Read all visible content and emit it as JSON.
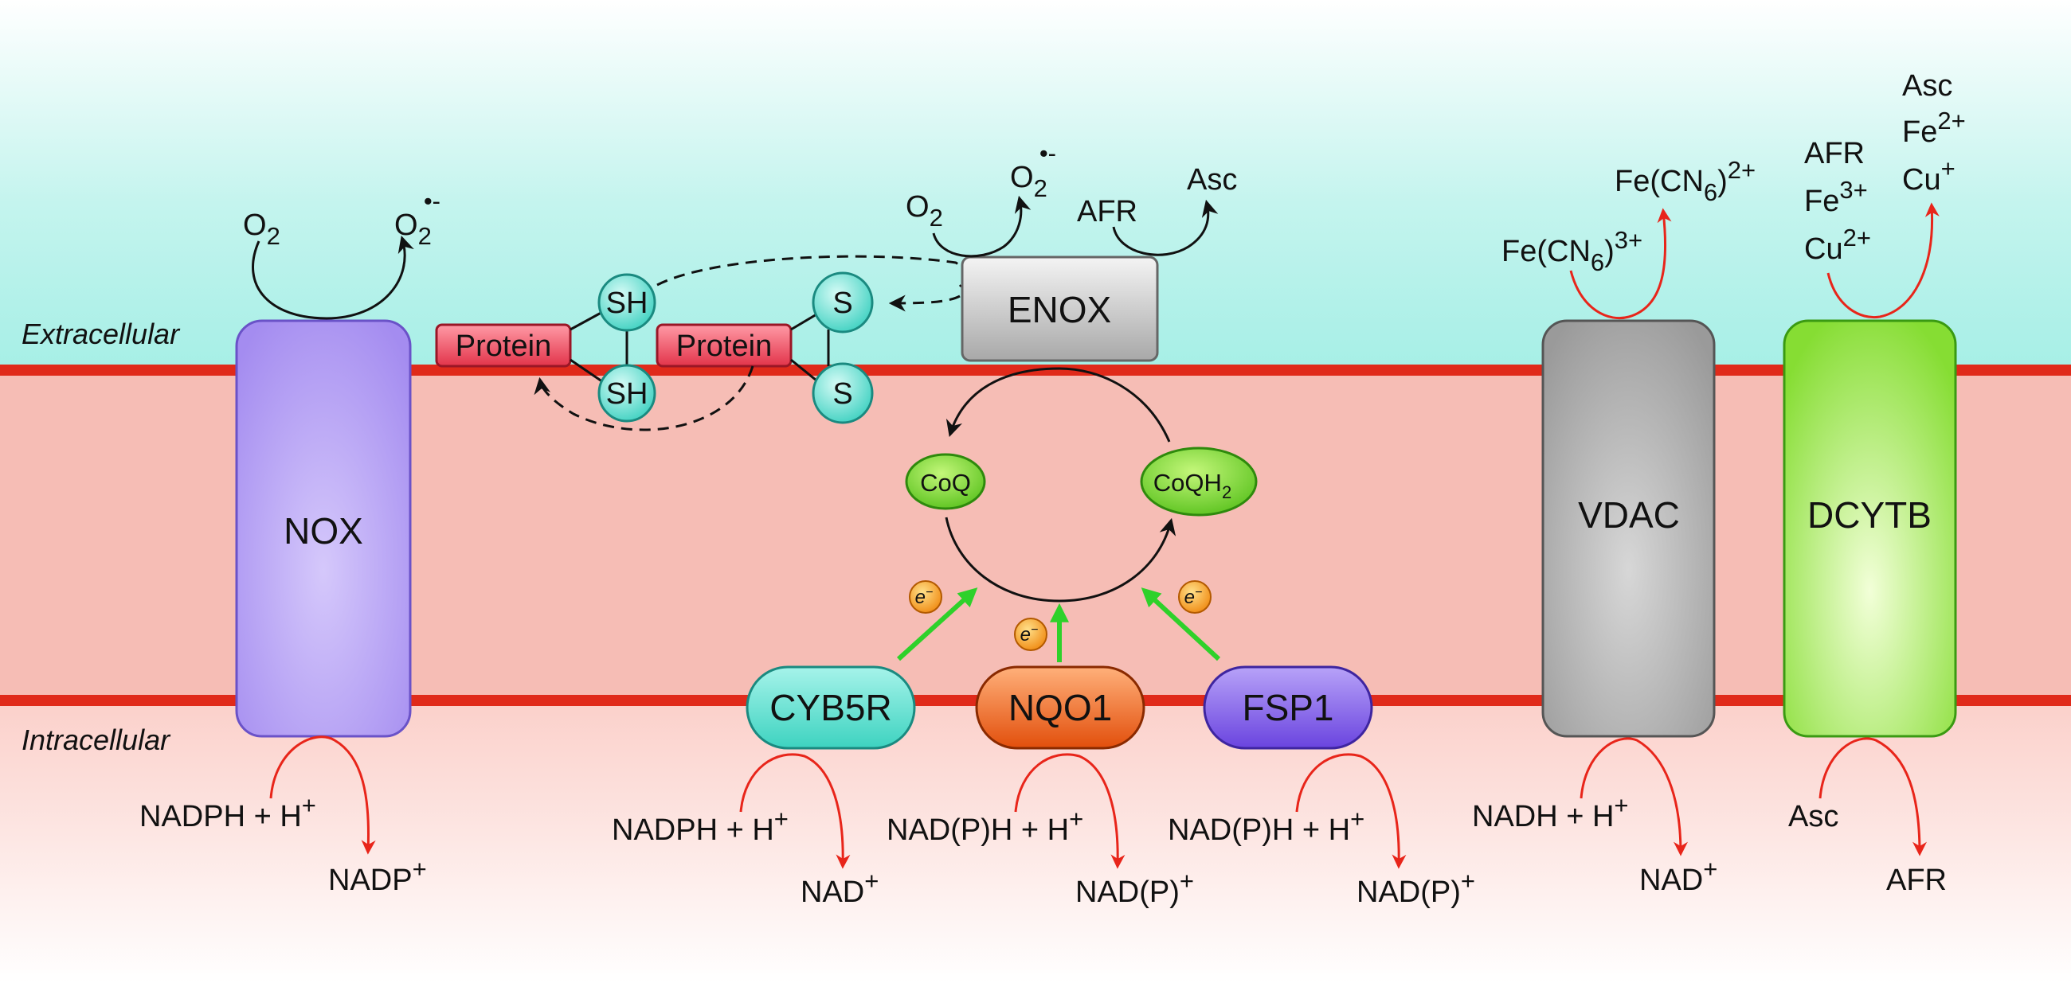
{
  "regions": {
    "extracellular": "Extracellular",
    "intracellular": "Intracellular"
  },
  "proteins": {
    "nox": "NOX",
    "enox": "ENOX",
    "vdac": "VDAC",
    "dcytb": "DCYTB",
    "cyb5r": "CYB5R",
    "nqo1": "NQO1",
    "fsp1": "FSP1"
  },
  "substrate": {
    "protein": "Protein",
    "sh": "SH",
    "s": "S"
  },
  "coq": {
    "coq": "CoQ",
    "coqh2_base": "CoQH",
    "coqh2_sub": "2"
  },
  "electron": {
    "symbol": "e",
    "charge": "−"
  },
  "nox_top": {
    "o2": "O",
    "o2_sub": "2",
    "sup_o": "O",
    "sup_sub": "2",
    "sup_sup": "•-"
  },
  "enox_top": {
    "o2": "O",
    "o2_sub": "2",
    "sup_o": "O",
    "sup_sub": "2",
    "sup_sup": "•-",
    "afr": "AFR",
    "asc": "Asc"
  },
  "nox_bottom": {
    "nadph": "NADPH + H",
    "nadph_sup": "+",
    "nadp": "NADP",
    "nadp_sup": "+"
  },
  "cyb5r_bottom": {
    "nadph": "NADPH + H",
    "nadph_sup": "+",
    "nad": "NAD",
    "nad_sup": "+"
  },
  "nqo1_bottom": {
    "nadph": "NAD(P)H + H",
    "nadph_sup": "+",
    "nad": "NAD(P)",
    "nad_sup": "+"
  },
  "fsp1_bottom": {
    "nadph": "NAD(P)H + H",
    "nadph_sup": "+",
    "nad": "NAD(P)",
    "nad_sup": "+"
  },
  "vdac_top": {
    "fe3_base": "Fe(CN",
    "fe3_sub": "6",
    "fe3_close": ")",
    "fe3_sup": "3+",
    "fe2_base": "Fe(CN",
    "fe2_sub": "6",
    "fe2_close": ")",
    "fe2_sup": "2+"
  },
  "vdac_bottom": {
    "nadh": "NADH + H",
    "nadh_sup": "+",
    "nad": "NAD",
    "nad_sup": "+"
  },
  "dcytb_top": {
    "afr": "AFR",
    "fe3": "Fe",
    "fe3_sup": "3+",
    "cu2": "Cu",
    "cu2_sup": "2+",
    "asc": "Asc",
    "fe2": "Fe",
    "fe2_sup": "2+",
    "cu1": "Cu",
    "cu1_sup": "+"
  },
  "dcytb_bottom": {
    "asc": "Asc",
    "afr": "AFR"
  },
  "colors": {
    "membrane": "#e02a1a",
    "inner": "#f6bdb5",
    "outer_top": "#aef0e8",
    "nox": "#b7a2f5",
    "enox": "#c8c8c8",
    "vdac": "#a9a9a9",
    "dcytb": "#8be03a",
    "cyb5r": "#5fe0cf",
    "nqo1": "#f06520",
    "fsp1": "#7d5ae8",
    "red_arrow": "#e8251a",
    "green_arrow": "#2ed12a"
  }
}
